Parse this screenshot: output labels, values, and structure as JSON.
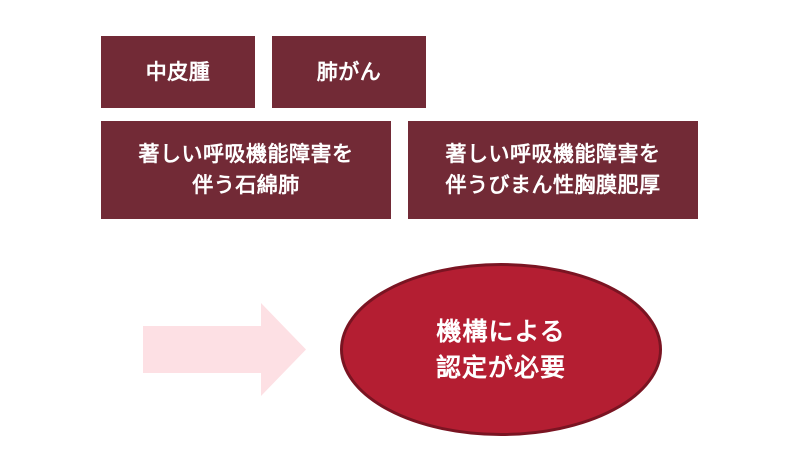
{
  "diseases": [
    {
      "label": "中皮腫"
    },
    {
      "label": "肺がん"
    },
    {
      "label": "著しい呼吸機能障害を\n伴う石綿肺"
    },
    {
      "label": "著しい呼吸機能障害を\n伴うびまん性胸膜肥厚"
    }
  ],
  "result": {
    "label": "機構による\n認定が必要"
  },
  "colors": {
    "box_fill": "#722a36",
    "ellipse_fill": "#b41e32",
    "ellipse_stroke": "#7a1422",
    "arrow_fill": "#fde0e4",
    "text": "#ffffff"
  },
  "icons": {
    "arrow": "right-arrow-icon"
  }
}
